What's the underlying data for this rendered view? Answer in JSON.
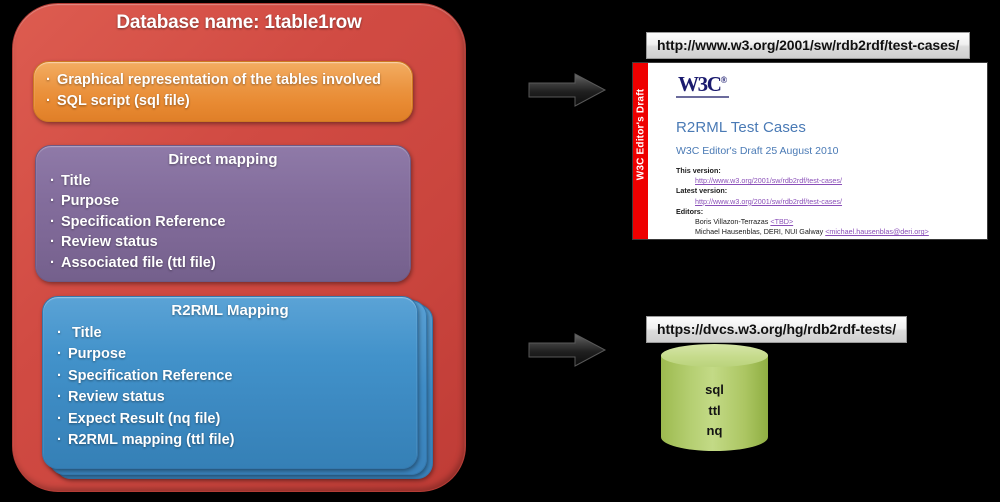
{
  "database": {
    "title": "Database name: 1table1row",
    "schema_card": {
      "items": [
        "Graphical representation of the tables involved",
        "SQL script (sql file)"
      ]
    },
    "direct_mapping_card": {
      "title": "Direct mapping",
      "items": [
        "Title",
        "Purpose",
        "Specification Reference",
        "Review status",
        "Associated file (ttl file)"
      ]
    },
    "r2rml_mapping_card": {
      "title": "R2RML Mapping",
      "items": [
        " Title",
        "Purpose",
        "Specification Reference",
        "Review status",
        "Expect Result (nq file)",
        "R2RML mapping (ttl file)"
      ]
    }
  },
  "arrows": {
    "top": "arrow-right-icon",
    "bottom": "arrow-right-icon"
  },
  "test_cases_page": {
    "url": "http://www.w3.org/2001/sw/rdb2rdf/test-cases/",
    "sidebar_label": "W3C Editor's Draft",
    "logo": "W3C",
    "logo_sup": "®",
    "heading": "R2RML Test Cases",
    "subheading": "W3C Editor's Draft 25 August 2010",
    "this_version_label": "This version:",
    "this_version_link": "http://www.w3.org/2001/sw/rdb2rdf/test-cases/",
    "latest_version_label": "Latest version:",
    "latest_version_link": "http://www.w3.org/2001/sw/rdb2rdf/test-cases/",
    "editors_label": "Editors:",
    "editors": [
      {
        "name": "Boris Villazon-Terrazas ",
        "contact": "<TBD>"
      },
      {
        "name": "Michael Hausenblas, DERI, NUI Galway ",
        "contact": "<michael.hausenblas@deri.org>"
      }
    ]
  },
  "repository": {
    "url": "https://dvcs.w3.org/hg/rdb2rdf-tests/",
    "file_types": "sql\nttl\nnq"
  },
  "colors": {
    "container_red": "#d14b43",
    "schema_orange": "#eb9440",
    "direct_mapping_purple": "#836d9c",
    "r2rml_blue": "#4292ca",
    "cylinder_green": "#b5cf72",
    "w3c_red": "#ee0000",
    "background": "#000000"
  }
}
